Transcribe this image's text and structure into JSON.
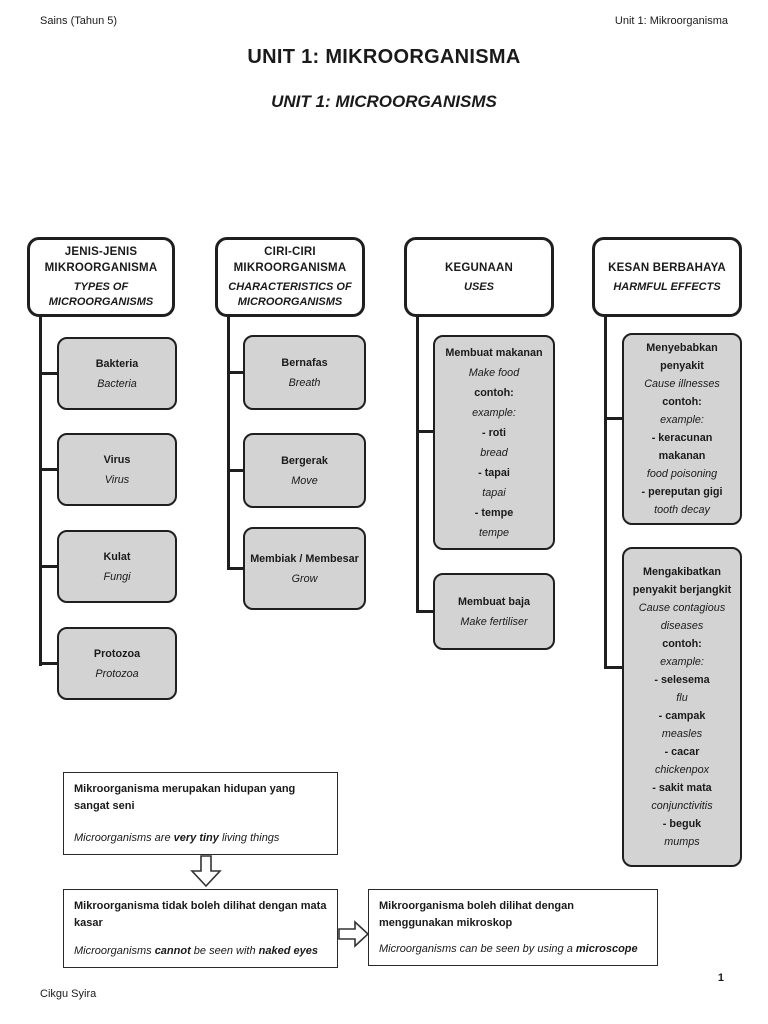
{
  "page_header": {
    "left": "Sains (Tahun 5)",
    "right": "Unit 1: Mikroorganisma"
  },
  "title": {
    "main": "UNIT 1: MIKROORGANISMA",
    "sub": "UNIT 1: MICROORGANISMS"
  },
  "tree": {
    "columns": [
      {
        "header": {
          "title": "JENIS-JENIS MIKROORGANISMA",
          "subtitle": "TYPES OF MICROORGANISMS"
        },
        "children": [
          {
            "lines": [
              {
                "text": "Bakteria",
                "style": "b"
              },
              {
                "text": "Bacteria",
                "style": "i"
              }
            ]
          },
          {
            "lines": [
              {
                "text": "Virus",
                "style": "b"
              },
              {
                "text": "Virus",
                "style": "i"
              }
            ]
          },
          {
            "lines": [
              {
                "text": "Kulat",
                "style": "b"
              },
              {
                "text": "Fungi",
                "style": "i"
              }
            ]
          },
          {
            "lines": [
              {
                "text": "Protozoa",
                "style": "b"
              },
              {
                "text": "Protozoa",
                "style": "i"
              }
            ]
          }
        ]
      },
      {
        "header": {
          "title": "CIRI-CIRI MIKROORGANISMA",
          "subtitle": "CHARACTERISTICS OF MICROORGANISMS"
        },
        "children": [
          {
            "lines": [
              {
                "text": "Bernafas",
                "style": "b"
              },
              {
                "text": "Breath",
                "style": "i"
              }
            ]
          },
          {
            "lines": [
              {
                "text": "Bergerak",
                "style": "b"
              },
              {
                "text": "Move",
                "style": "i"
              }
            ]
          },
          {
            "lines": [
              {
                "text": "Membiak / Membesar",
                "style": "b"
              },
              {
                "text": "Grow",
                "style": "i"
              }
            ]
          }
        ]
      },
      {
        "header": {
          "title": "KEGUNAAN",
          "subtitle": "USES"
        },
        "children": [
          {
            "lines": [
              {
                "text": "Membuat makanan",
                "style": "b"
              },
              {
                "text": "Make food",
                "style": "i"
              },
              {
                "text": "contoh:",
                "style": "b"
              },
              {
                "text": "example:",
                "style": "i"
              },
              {
                "text": "- roti",
                "style": "b"
              },
              {
                "text": "bread",
                "style": "i"
              },
              {
                "text": "- tapai",
                "style": "b"
              },
              {
                "text": "tapai",
                "style": "i"
              },
              {
                "text": "- tempe",
                "style": "b"
              },
              {
                "text": "tempe",
                "style": "i"
              }
            ]
          },
          {
            "lines": [
              {
                "text": "Membuat baja",
                "style": "b"
              },
              {
                "text": "Make fertiliser",
                "style": "i"
              }
            ]
          }
        ]
      },
      {
        "header": {
          "title": "KESAN BERBAHAYA",
          "subtitle": "HARMFUL EFFECTS"
        },
        "children": [
          {
            "lines": [
              {
                "text": "Menyebabkan penyakit",
                "style": "b"
              },
              {
                "text": "Cause illnesses",
                "style": "i"
              },
              {
                "text": "contoh:",
                "style": "b"
              },
              {
                "text": "example:",
                "style": "i"
              },
              {
                "text": "- keracunan makanan",
                "style": "b"
              },
              {
                "text": "food poisoning",
                "style": "i"
              },
              {
                "text": "- pereputan gigi",
                "style": "b"
              },
              {
                "text": "tooth decay",
                "style": "i"
              }
            ]
          },
          {
            "lines": [
              {
                "text": "Mengakibatkan penyakit berjangkit",
                "style": "b"
              },
              {
                "text": "Cause contagious diseases",
                "style": "i"
              },
              {
                "text": "contoh:",
                "style": "b"
              },
              {
                "text": "example:",
                "style": "i"
              },
              {
                "text": "- selesema",
                "style": "b"
              },
              {
                "text": "flu",
                "style": "i"
              },
              {
                "text": "- campak",
                "style": "b"
              },
              {
                "text": "measles",
                "style": "i"
              },
              {
                "text": "- cacar",
                "style": "b"
              },
              {
                "text": "chickenpox",
                "style": "i"
              },
              {
                "text": "- sakit mata",
                "style": "b"
              },
              {
                "text": "conjunctivitis",
                "style": "i"
              },
              {
                "text": "- beguk",
                "style": "b"
              },
              {
                "text": "mumps",
                "style": "i"
              }
            ]
          }
        ]
      }
    ]
  },
  "facts": {
    "box1": {
      "malay": "Mikroorganisma merupakan hidupan yang sangat seni",
      "english_segments": [
        {
          "text": "Microorganisms are ",
          "style": "i"
        },
        {
          "text": "very tiny",
          "style": "bi"
        },
        {
          "text": " living things",
          "style": "i"
        }
      ]
    },
    "box2": {
      "malay": "Mikroorganisma tidak boleh dilihat dengan mata kasar",
      "english_segments": [
        {
          "text": "Microorganisms ",
          "style": "i"
        },
        {
          "text": "cannot",
          "style": "bi"
        },
        {
          "text": " be seen with ",
          "style": "i"
        },
        {
          "text": "naked eyes",
          "style": "bi"
        }
      ]
    },
    "box3": {
      "malay": "Mikroorganisma boleh dilihat dengan menggunakan mikroskop",
      "english_segments": [
        {
          "text": "Microorganisms can be seen by using a ",
          "style": "i"
        },
        {
          "text": "microscope",
          "style": "bi"
        }
      ]
    }
  },
  "page_footer": {
    "author": "Cikgu Syira",
    "page_number": "1"
  },
  "colors": {
    "background": "#ffffff",
    "node_fill": "#d3d3d3",
    "border": "#1f1f1f"
  }
}
